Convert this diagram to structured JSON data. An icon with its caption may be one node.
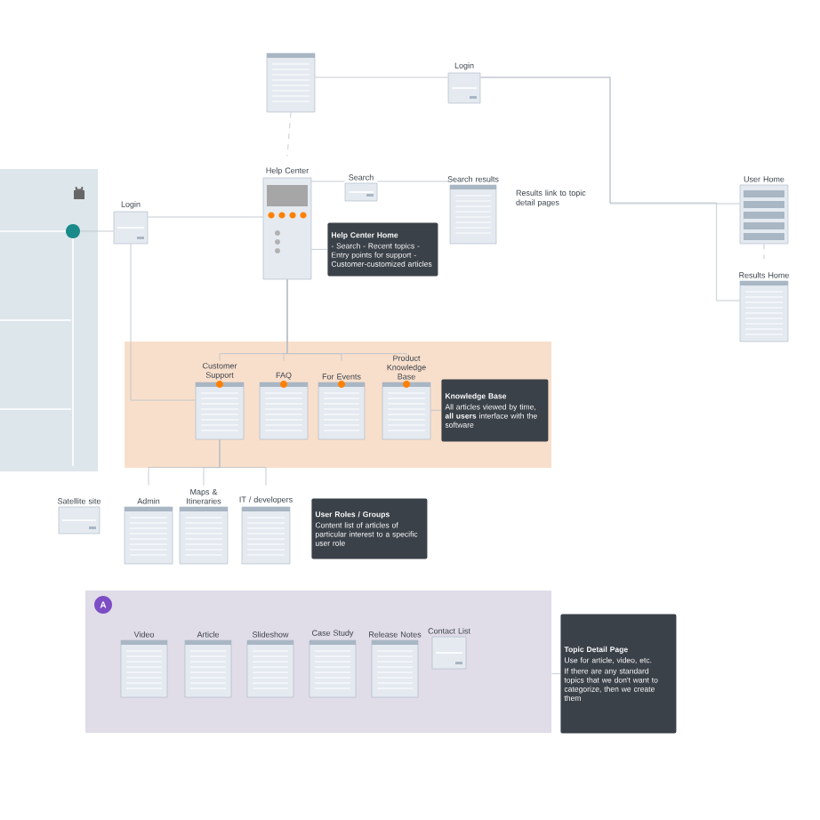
{
  "diagram": {
    "nodes": [
      {
        "text": [],
        "shape": "box"
      },
      {
        "text": [
          "Login"
        ]
      },
      {
        "text": [],
        "shape": "box"
      },
      {
        "text": [],
        "shape": "circle",
        "in": 2
      },
      {
        "text": [
          "Login"
        ]
      },
      {
        "text": [
          "Help Center"
        ]
      },
      {
        "text": [
          "Search"
        ]
      },
      {
        "text": [
          "Help Center Home",
          "- Search - Recent topics - Entry points for support - Customer-customized articles"
        ]
      },
      {
        "text": [
          "Search results"
        ]
      },
      {
        "text": [
          "Results link to topic detail pages"
        ]
      },
      {
        "text": [
          "User Home"
        ]
      },
      {
        "text": [
          "Results Home"
        ]
      },
      {
        "text": [],
        "shape": "box"
      },
      {
        "text": [
          "Customer Support"
        ],
        "in": 12
      },
      {
        "text": [
          "FAQ"
        ],
        "in": 12
      },
      {
        "text": [
          "For Events"
        ],
        "in": 12
      },
      {
        "text": [
          "Product Knowledge Base"
        ],
        "in": 12
      },
      {
        "text": [
          "Knowledge Base",
          "All articles viewed by time, **all users** interface with the software"
        ],
        "in": 12
      },
      {
        "text": [
          "Admin"
        ]
      },
      {
        "text": [
          "Maps & Itineraries"
        ]
      },
      {
        "text": [
          "IT / developers"
        ]
      },
      {
        "text": [
          "User Roles / Groups",
          "Content list of articles of particular interest to a specific user role"
        ]
      },
      {
        "text": [
          "Satellite site"
        ]
      },
      {
        "text": [],
        "shape": "box"
      },
      {
        "text": [
          "A"
        ],
        "in": 23
      },
      {
        "text": [
          "Video"
        ],
        "in": 23
      },
      {
        "text": [
          "Article"
        ],
        "in": 23
      },
      {
        "text": [
          "Slideshow"
        ],
        "in": 23
      },
      {
        "text": [
          "Case Study"
        ],
        "in": 23
      },
      {
        "text": [
          "Release Notes"
        ],
        "in": 23
      },
      {
        "text": [
          "Contact List"
        ],
        "in": 23
      },
      {
        "text": [
          "Topic Detail Page",
          "Use for article, video, etc.",
          "If there are any standard topics that we don't want to categorize, then we create them"
        ]
      }
    ],
    "edges": [
      {
        "from": 0,
        "to": 5,
        "arrow": "none",
        "style": "dashed"
      },
      {
        "from": 0,
        "to": 1,
        "arrow": "none"
      },
      {
        "from": 1,
        "to": 10,
        "arrow": "none"
      },
      {
        "from": 5,
        "to": 6,
        "arrow": "none"
      },
      {
        "from": 6,
        "to": 8,
        "arrow": "none"
      },
      {
        "from": 4,
        "to": 3,
        "arrow": "none"
      },
      {
        "from": 5,
        "to": 4,
        "arrow": "none"
      },
      {
        "from": 4,
        "to": 13,
        "arrow": "none"
      },
      {
        "from": 5,
        "to": 13,
        "arrow": "none"
      },
      {
        "from": 5,
        "to": 14,
        "arrow": "none"
      },
      {
        "from": 5,
        "to": 15,
        "arrow": "none"
      },
      {
        "from": 5,
        "to": 16,
        "arrow": "none"
      },
      {
        "from": 13,
        "to": 18,
        "arrow": "none"
      },
      {
        "from": 13,
        "to": 19,
        "arrow": "none"
      },
      {
        "from": 13,
        "to": 20,
        "arrow": "none"
      },
      {
        "from": 10,
        "to": 11,
        "arrow": "none",
        "style": "dashed"
      },
      {
        "from": 1,
        "to": 11,
        "arrow": "none"
      },
      {
        "from": 7,
        "to": 5,
        "arrow": "none"
      },
      {
        "from": 17,
        "to": 16,
        "arrow": "none"
      },
      {
        "from": 31,
        "to": 23,
        "arrow": "none"
      }
    ]
  }
}
